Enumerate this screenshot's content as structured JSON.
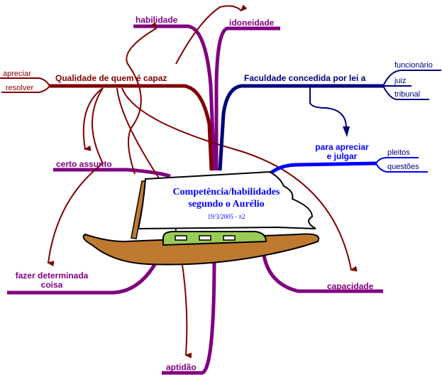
{
  "center": {
    "title_line1": "Competência/habilidades",
    "title_line2": "segundo o Aurélio",
    "date": "19/3/2005 - π2"
  },
  "branches": {
    "qualidade": {
      "label": "Qualidade de quem é capaz",
      "children": [
        "apreciar",
        "resolver"
      ]
    },
    "faculdade": {
      "label": "Faculdade concedida por lei a",
      "children": [
        "funcionário",
        "juiz",
        "tribunal"
      ]
    },
    "para_apreciar": {
      "label_line1": "para apreciar",
      "label_line2": "e julgar",
      "children": [
        "pleitos",
        "questões"
      ]
    },
    "habilidade": {
      "label": "habilidade"
    },
    "idoneidade": {
      "label": "idoneidade"
    },
    "certo_assunto": {
      "label": "certo assunto"
    },
    "fazer": {
      "label_line1": "fazer determinada",
      "label_line2": "coisa"
    },
    "aptidao": {
      "label": "aptidão"
    },
    "capacidade": {
      "label": "capacidade"
    }
  },
  "colors": {
    "purple": "#800080",
    "dark_red": "#800000",
    "navy": "#00007f",
    "blue": "#0000ff",
    "boat_brown": "#c07a30",
    "boat_green": "#99cc55"
  }
}
